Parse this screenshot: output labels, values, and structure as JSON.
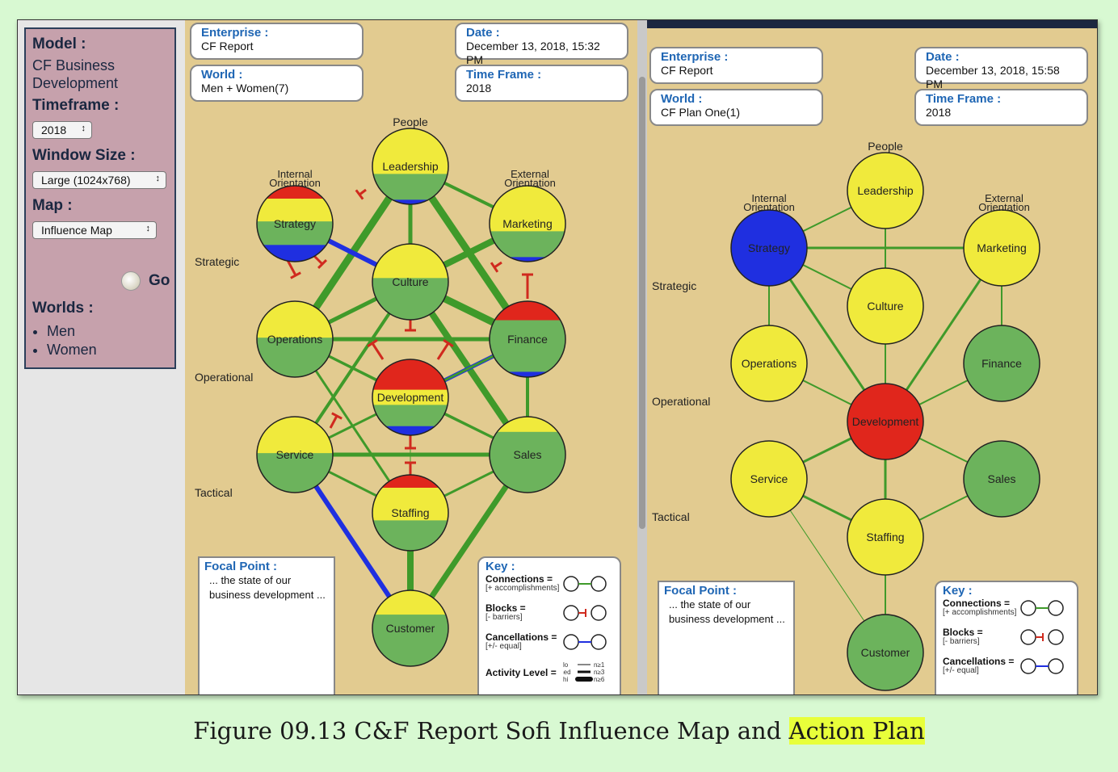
{
  "sidebar": {
    "model_label": "Model :",
    "model_value": "CF Business Development",
    "timeframe_label": "Timeframe :",
    "timeframe_value": "2018",
    "window_label": "Window Size :",
    "window_value": "Large (1024x768)",
    "map_label": "Map :",
    "map_value": "Influence Map",
    "go_label": "Go",
    "worlds_label": "Worlds :",
    "worlds": [
      "Men",
      "Women"
    ]
  },
  "panel1": {
    "enterprise_label": "Enterprise :",
    "enterprise_value": "CF Report",
    "world_label": "World :",
    "world_value": "Men + Women(7)",
    "date_label": "Date :",
    "date_value": "December 13, 2018, 15:32 PM",
    "timeframe_label": "Time Frame :",
    "timeframe_value": "2018",
    "focal_label": "Focal Point :",
    "focal_value": "... the state of our business development ..."
  },
  "panel2": {
    "title": "Sofi Influence Map",
    "enterprise_label": "Enterprise :",
    "enterprise_value": "CF Report",
    "world_label": "World :",
    "world_value": "CF Plan One(1)",
    "date_label": "Date :",
    "date_value": "December 13, 2018, 15:58 PM",
    "timeframe_label": "Time Frame :",
    "timeframe_value": "2018",
    "focal_label": "Focal Point :",
    "focal_value": "... the state of our business development ..."
  },
  "diagram": {
    "group_people": "People",
    "group_internal": "Internal Orientation",
    "group_external": "External Orientation",
    "level_strategic": "Strategic",
    "level_operational": "Operational",
    "level_tactical": "Tactical",
    "nodes": {
      "leadership": "Leadership",
      "strategy": "Strategy",
      "marketing": "Marketing",
      "culture": "Culture",
      "operations": "Operations",
      "finance": "Finance",
      "development": "Development",
      "service": "Service",
      "sales": "Sales",
      "staffing": "Staffing",
      "customer": "Customer"
    },
    "colors": {
      "red": "#e0261c",
      "yellow": "#f0ea3c",
      "green": "#6cb35c",
      "blue": "#1f2fe0",
      "line_green": "#3f9a2a",
      "block_red": "#d02a1e"
    }
  },
  "key": {
    "title": "Key :",
    "connections": "Connections =",
    "connections_sub": "[+ accomplishments]",
    "blocks": "Blocks =",
    "blocks_sub": "[- barriers]",
    "cancellations": "Cancellations =",
    "cancellations_sub": "[+/- equal]",
    "activity": "Activity Level =",
    "lo": "lo",
    "med": "med",
    "hi": "hi",
    "n1": "n≥1",
    "n3": "n≥3",
    "n6": "n≥6"
  },
  "caption": {
    "text": "Figure 09.13 C&F Report Sofi Influence Map and ",
    "highlight": "Action Plan"
  }
}
